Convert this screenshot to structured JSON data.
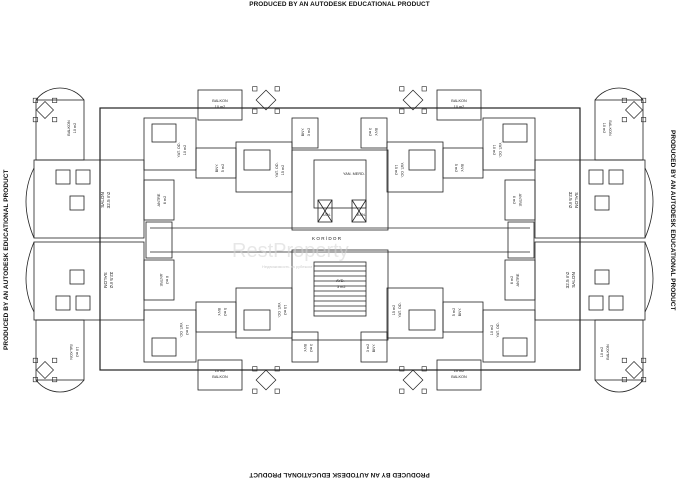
{
  "stamp_text": "PRODUCED BY AN AUTODESK EDUCATIONAL PRODUCT",
  "watermark": {
    "brand": "RestProperty",
    "tagline": "Недвижимость за рубежом"
  },
  "corridor": "K O R İ D O R",
  "core": {
    "shaft": "YAN. MERD.",
    "elevator": "ASN.",
    "stair_lobby": "AYD.",
    "stair_lobby_area": "3 m2"
  },
  "apartments": [
    {
      "id": "nw",
      "balkon_big": {
        "name": "BALKON",
        "area": "10 m2"
      },
      "salon": {
        "name": "SALON",
        "area": "32.5 m2"
      },
      "antre": {
        "name": "ANTRE",
        "area": "6 m2"
      },
      "yat1": {
        "name": "YAT. OD.",
        "area": "10 m2"
      },
      "yat2": {
        "name": "YAT. OD.",
        "area": "15 m2"
      },
      "banyo": {
        "name": "BNY.",
        "area": "5 m2"
      },
      "balkon_small": {
        "name": "BALKON",
        "area": "10 m2"
      },
      "wc": {
        "name": "BNY.",
        "area": "3 m2"
      }
    },
    {
      "id": "ne",
      "balkon_big": {
        "name": "BALKON",
        "area": "10 m2"
      },
      "salon": {
        "name": "SALON",
        "area": "32.5 m2"
      },
      "antre": {
        "name": "ANTRE",
        "area": "6 m2"
      },
      "yat1": {
        "name": "YAT. OD.",
        "area": "10 m2"
      },
      "yat2": {
        "name": "YAT. OD.",
        "area": "15 m2"
      },
      "banyo": {
        "name": "BNY.",
        "area": "5 m2"
      },
      "balkon_small": {
        "name": "BALKON",
        "area": "10 m2"
      },
      "wc": {
        "name": "BNY.",
        "area": "3 m2"
      }
    },
    {
      "id": "sw",
      "balkon_big": {
        "name": "BALKON",
        "area": "10 m2"
      },
      "salon": {
        "name": "SALON",
        "area": "32.5 m2"
      },
      "antre": {
        "name": "ANTRE",
        "area": "6 m2"
      },
      "yat1": {
        "name": "YAT. OD.",
        "area": "10 m2"
      },
      "yat2": {
        "name": "YAT. OD.",
        "area": "15 m2"
      },
      "banyo": {
        "name": "BNY.",
        "area": "5 m2"
      },
      "balkon_small": {
        "name": "BALKON",
        "area": "10 m2"
      },
      "wc": {
        "name": "BNY.",
        "area": "3 m2"
      }
    },
    {
      "id": "se",
      "balkon_big": {
        "name": "BALKON",
        "area": "10 m2"
      },
      "salon": {
        "name": "SALON",
        "area": "32.5 m2"
      },
      "antre": {
        "name": "ANTRE",
        "area": "6 m2"
      },
      "yat1": {
        "name": "YAT. OD.",
        "area": "10 m2"
      },
      "yat2": {
        "name": "YAT. OD.",
        "area": "15 m2"
      },
      "banyo": {
        "name": "BNY.",
        "area": "5 m2"
      },
      "balkon_small": {
        "name": "BALKON",
        "area": "10 m2"
      },
      "wc": {
        "name": "BNY.",
        "area": "3 m2"
      }
    }
  ]
}
